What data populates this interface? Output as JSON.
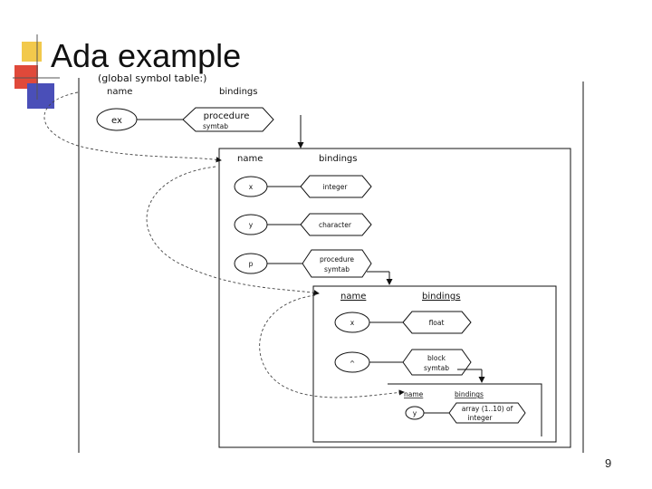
{
  "slide": {
    "title": "Ada example",
    "page_number": "9"
  },
  "diagram": {
    "global_table": {
      "caption": "(global symbol table:)",
      "name_header": "name",
      "bindings_header": "bindings",
      "rows": [
        {
          "name": "ex",
          "binding_line1": "procedure",
          "binding_line2": "symtab"
        }
      ]
    },
    "ex_table": {
      "name_header": "name",
      "bindings_header": "bindings",
      "rows": [
        {
          "name": "x",
          "binding": "integer"
        },
        {
          "name": "y",
          "binding": "character"
        },
        {
          "name": "p",
          "binding_line1": "procedure",
          "binding_line2": "symtab"
        }
      ]
    },
    "p_table": {
      "name_header": "name",
      "bindings_header": "bindings",
      "rows": [
        {
          "name": "x",
          "binding": "float"
        },
        {
          "name": "^",
          "binding_line1": "block",
          "binding_line2": "symtab"
        }
      ]
    },
    "block_table": {
      "name_header": "name",
      "bindings_header": "bindings",
      "rows": [
        {
          "name": "y",
          "binding_line1": "array (1..10) of",
          "binding_line2": "integer"
        }
      ]
    }
  }
}
